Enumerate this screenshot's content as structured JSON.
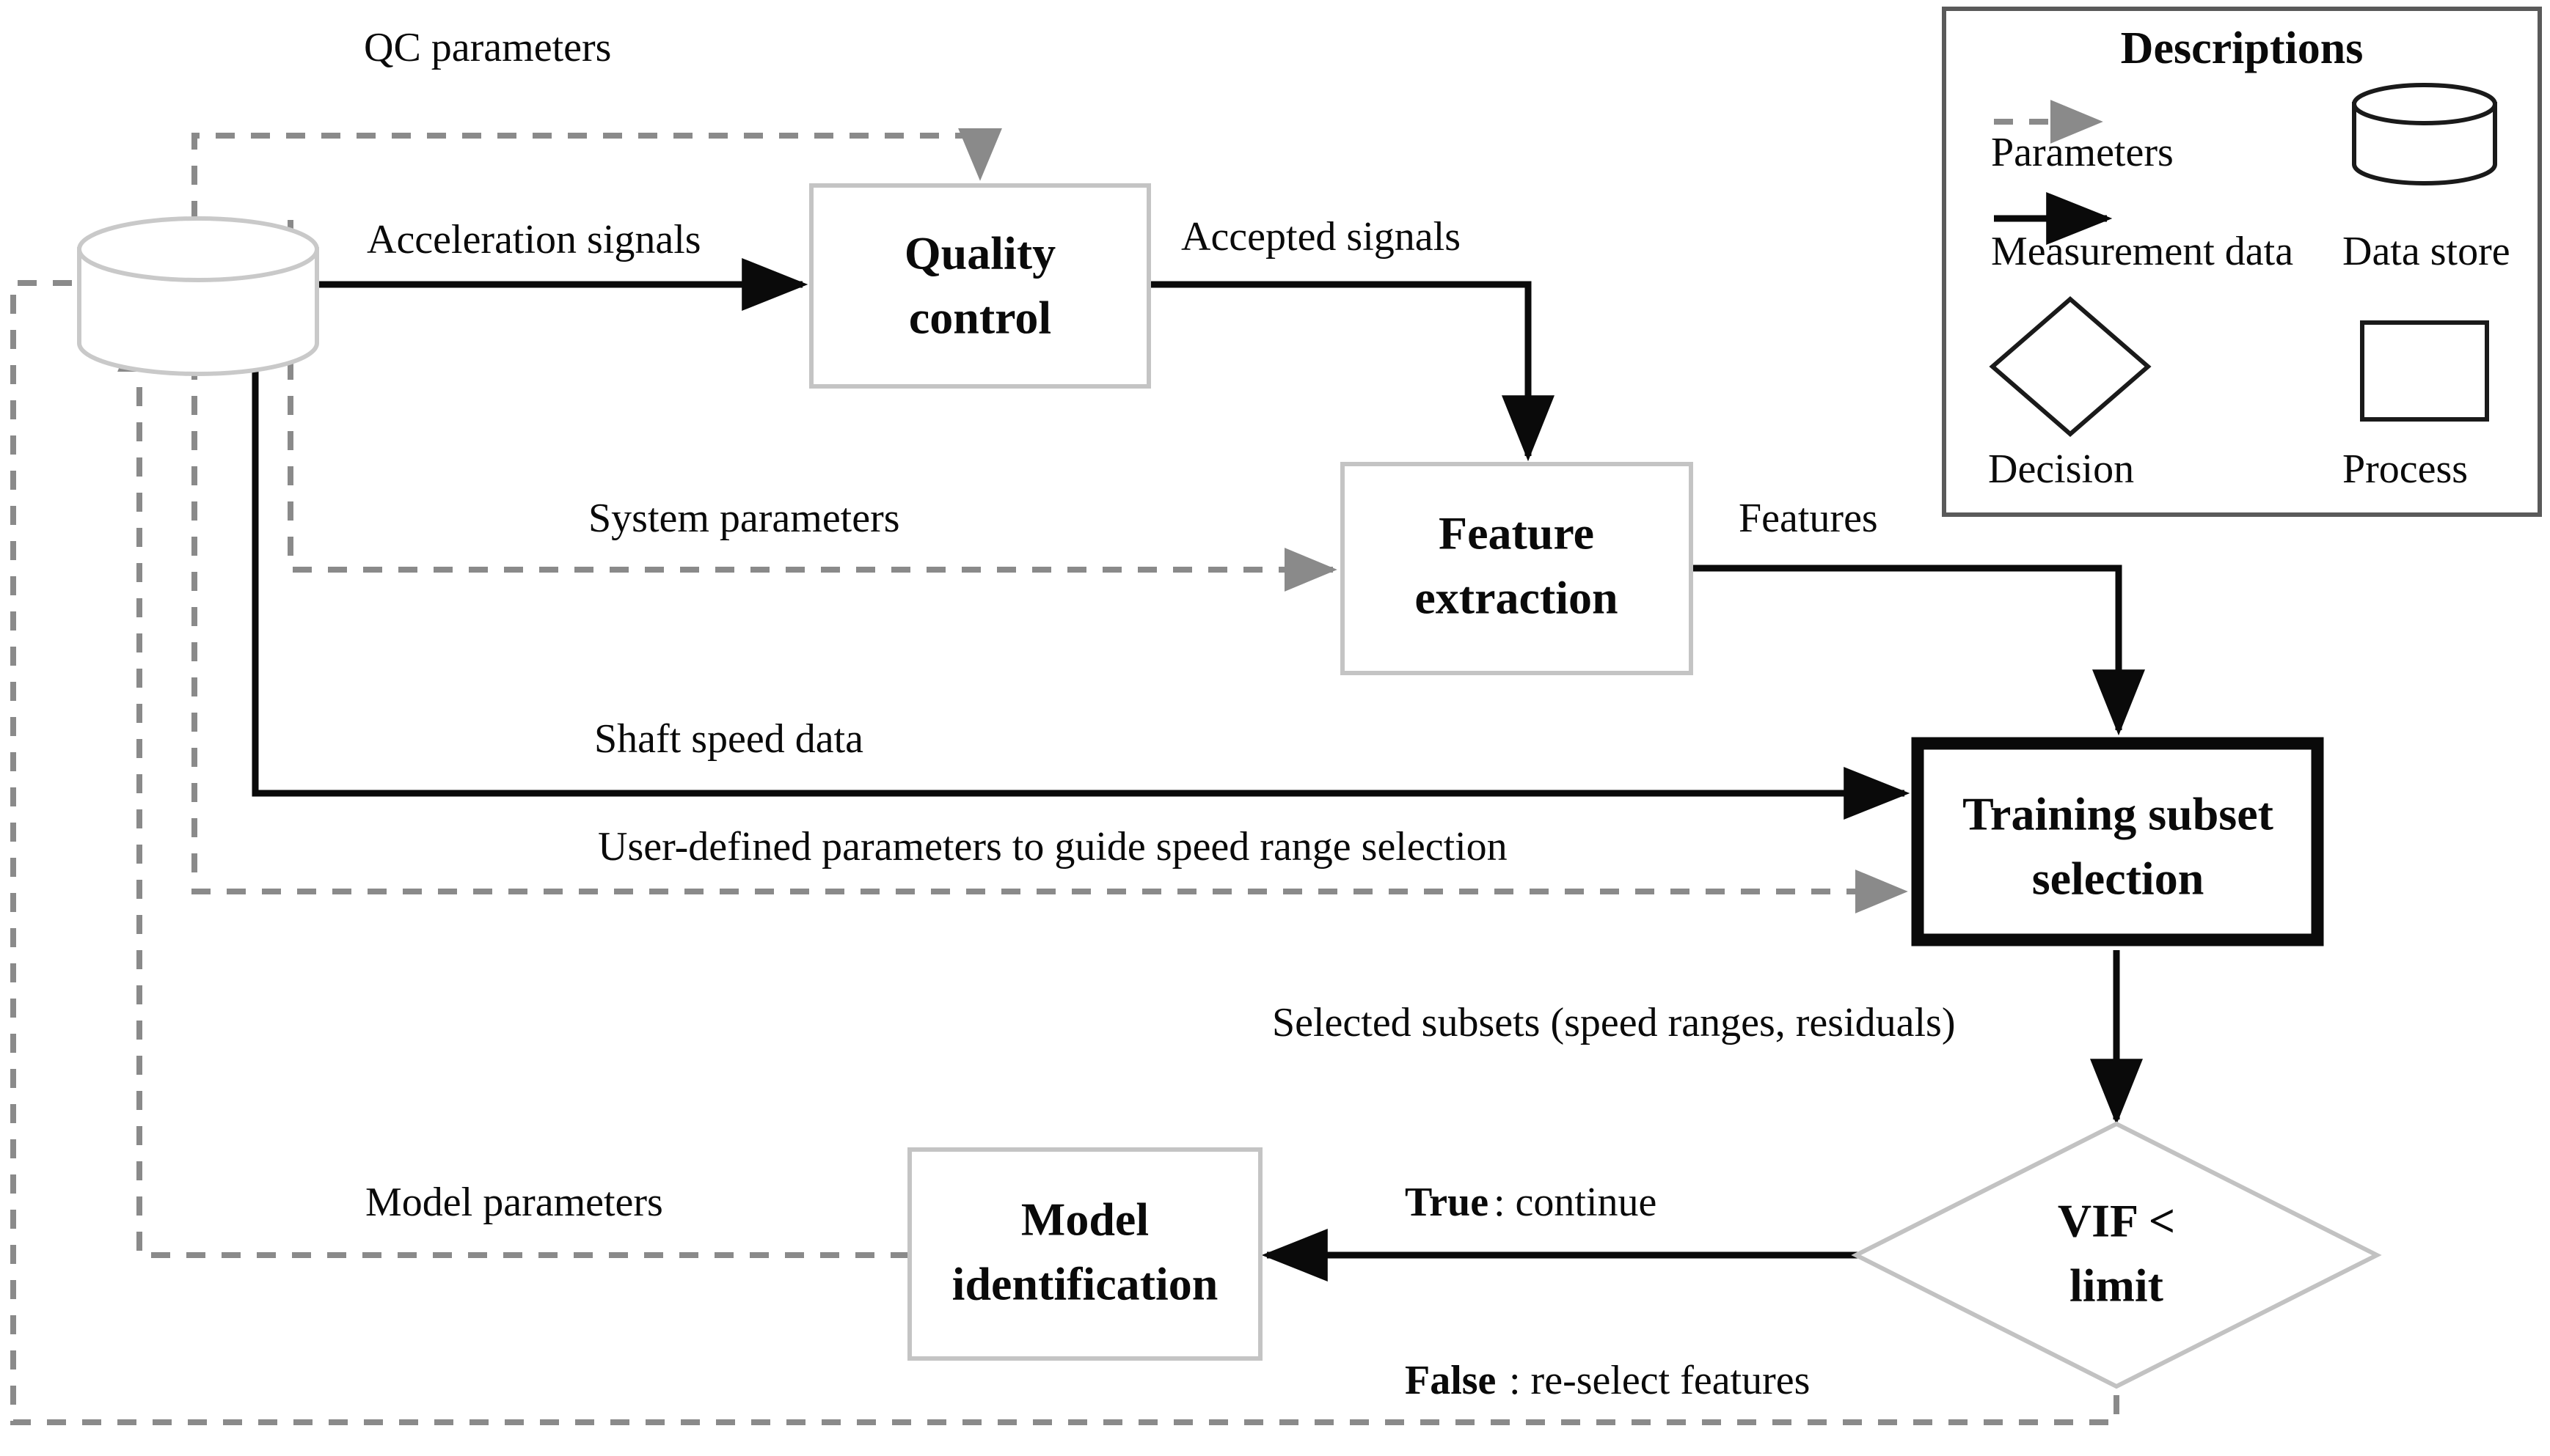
{
  "diagram": {
    "title": "Data-flow diagram of the modelling workflow",
    "nodes": {
      "data_store": {
        "label": "",
        "shape": "cylinder",
        "name": "data-store"
      },
      "quality_control": {
        "line1": "Quality",
        "line2": "control",
        "shape": "process"
      },
      "feature_extraction": {
        "line1": "Feature",
        "line2": "extraction",
        "shape": "process"
      },
      "training_subset_selection": {
        "line1": "Training subset",
        "line2": "selection",
        "shape": "process-emphasis"
      },
      "model_identification": {
        "line1": "Model",
        "line2": "identification",
        "shape": "process"
      },
      "vif_decision": {
        "line1": "VIF <",
        "line2": "limit",
        "shape": "decision"
      }
    },
    "edges": {
      "qc_parameters": "QC parameters",
      "acceleration_signals": "Acceleration signals",
      "accepted_signals": "Accepted signals",
      "system_parameters": "System parameters",
      "features": "Features",
      "shaft_speed_data": "Shaft speed data",
      "user_defined_parameters": "User-defined parameters to guide speed range selection",
      "selected_subsets": "Selected subsets (speed ranges, residuals)",
      "true_branch_bold": "True",
      "true_branch_rest": ": continue",
      "false_branch_bold": "False",
      "false_branch_rest": ": re-select features",
      "model_parameters": "Model parameters"
    }
  },
  "legend": {
    "title": "Descriptions",
    "items": {
      "parameters": "Parameters",
      "measurement_data": "Measurement  data",
      "data_store": "Data store",
      "decision": "Decision",
      "process": "Process"
    }
  },
  "colors": {
    "ink": "#0a0a0a",
    "dashed_gray": "#8a8a8a",
    "box_gray": "#c4c4c4",
    "legend_frame": "#5a5a5a",
    "background": "#ffffff"
  }
}
